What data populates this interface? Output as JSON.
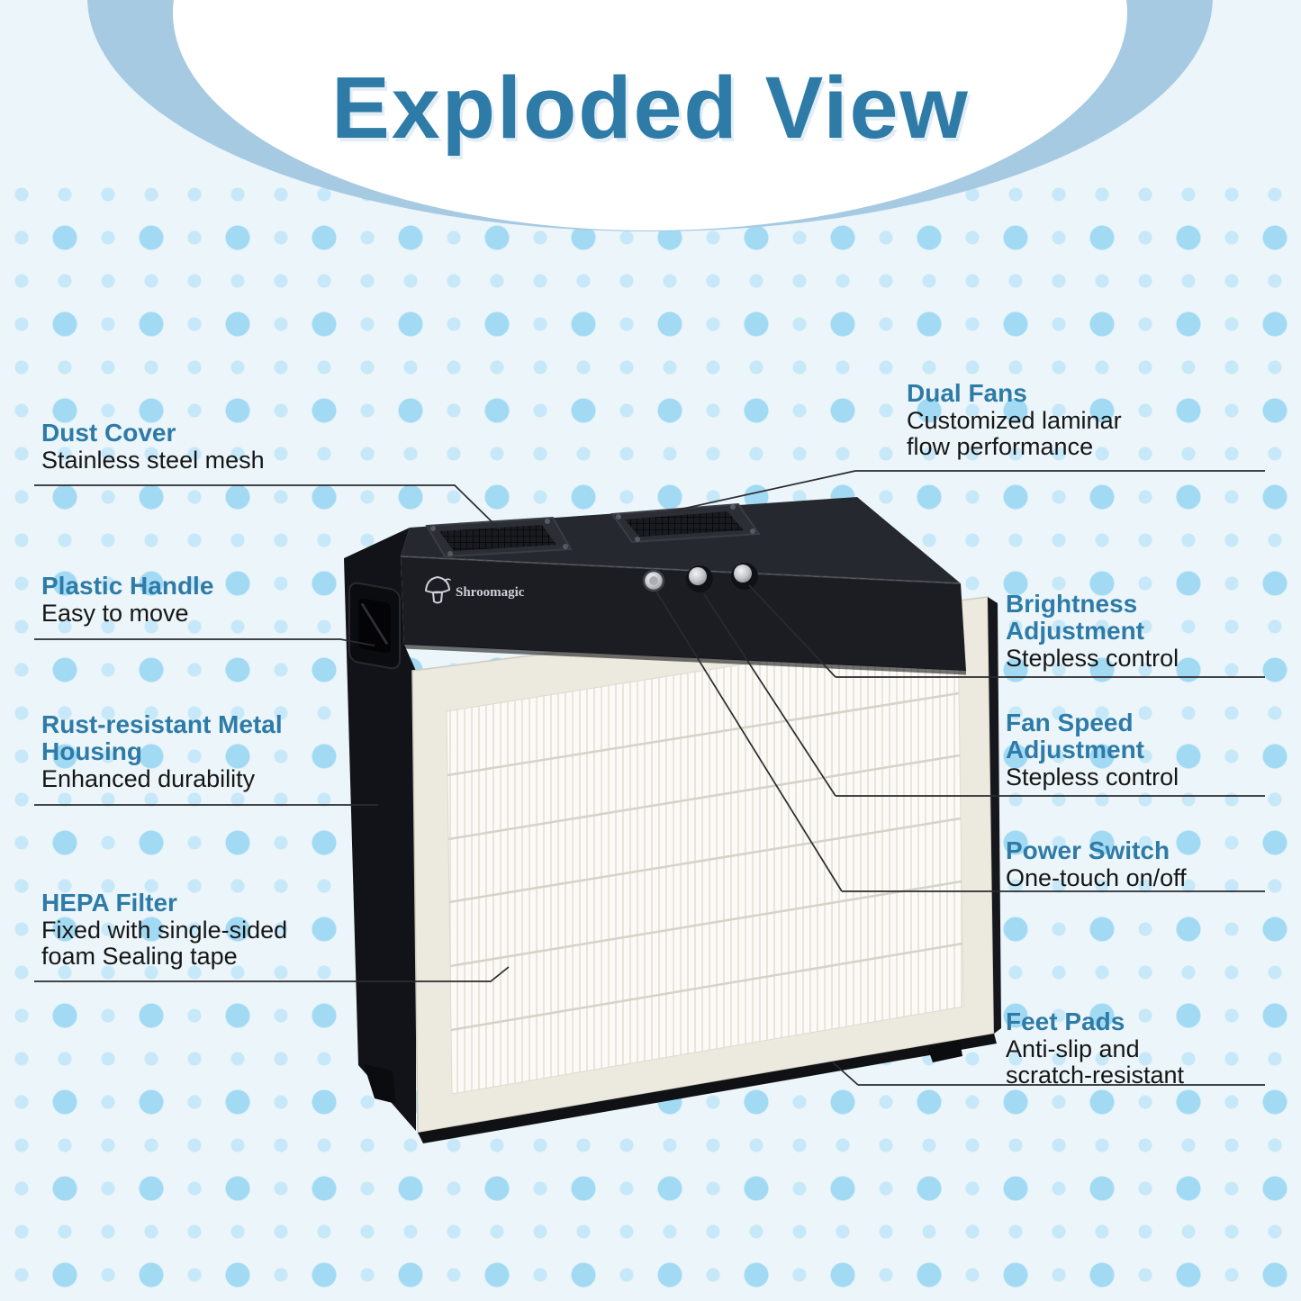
{
  "title": "Exploded View",
  "brand": "Shroomagic",
  "colors": {
    "background": "#ebf5fa",
    "dot_small": "#c6e8f8",
    "dot_large": "#a2daf4",
    "swoosh_band": "#a6cae2",
    "header_ellipse": "#ffffff",
    "accent_heading": "#2e7ba8",
    "body_text": "#161616",
    "leader_line": "#2b2b2e",
    "device_black": "#1b1d23",
    "filter_frame_cream": "#ece9df",
    "filter_media_white": "#fbfaf6",
    "knob_silver": "#c9cbd0"
  },
  "icons": {
    "logo": "mushroom-logo-icon"
  },
  "labels": {
    "dust_cover": {
      "heading": "Dust Cover",
      "body": "Stainless steel mesh"
    },
    "plastic_handle": {
      "heading": "Plastic Handle",
      "body": "Easy to move"
    },
    "metal_housing": {
      "heading": "Rust-resistant Metal Housing",
      "body": "Enhanced durability"
    },
    "hepa_filter": {
      "heading": "HEPA Filter",
      "body": "Fixed with single-sided foam Sealing tape"
    },
    "dual_fans": {
      "heading": "Dual Fans",
      "body": "Customized laminar flow performance"
    },
    "brightness": {
      "heading": "Brightness Adjustment",
      "body": "Stepless control"
    },
    "fan_speed": {
      "heading": "Fan Speed Adjustment",
      "body": "Stepless control"
    },
    "power_switch": {
      "heading": "Power Switch",
      "body": "One-touch on/off"
    },
    "feet_pads": {
      "heading": "Feet Pads",
      "body": "Anti-slip and scratch-resistant"
    }
  }
}
